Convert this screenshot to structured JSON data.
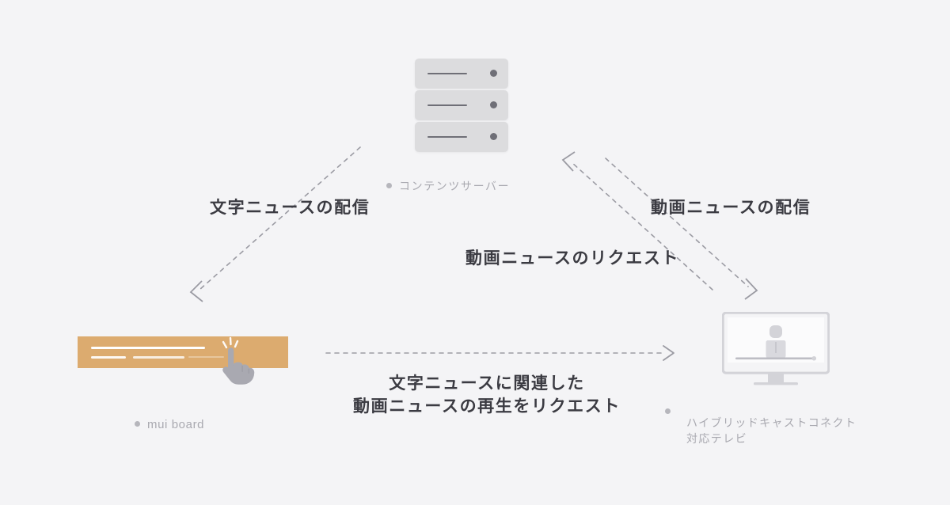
{
  "diagram": {
    "background_color": "#f4f4f6",
    "nodes": {
      "server": {
        "label": "コンテンツサーバー",
        "icon": "server-stack-icon",
        "card_count": 3,
        "color": "#dcdcde"
      },
      "mui_board": {
        "label": "mui board",
        "icon": "mui-board-icon",
        "color": "#dcab6f",
        "cursor": "tap-hand-icon"
      },
      "tv": {
        "label": "ハイブリッドキャストコネクト\n対応テレビ",
        "icon": "tv-monitor-icon",
        "color": "#d3d3d8"
      }
    },
    "flows": {
      "text_news_delivery": "文字ニュースの配信",
      "video_news_delivery": "動画ニュースの配信",
      "video_news_request": "動画ニュースのリクエスト",
      "play_request": "文字ニュースに関連した\n動画ニュースの再生をリクエスト"
    },
    "arrow_color": "#9b9ba3",
    "label_color": "#3b3b42",
    "caption_color": "#a9a9b0"
  }
}
